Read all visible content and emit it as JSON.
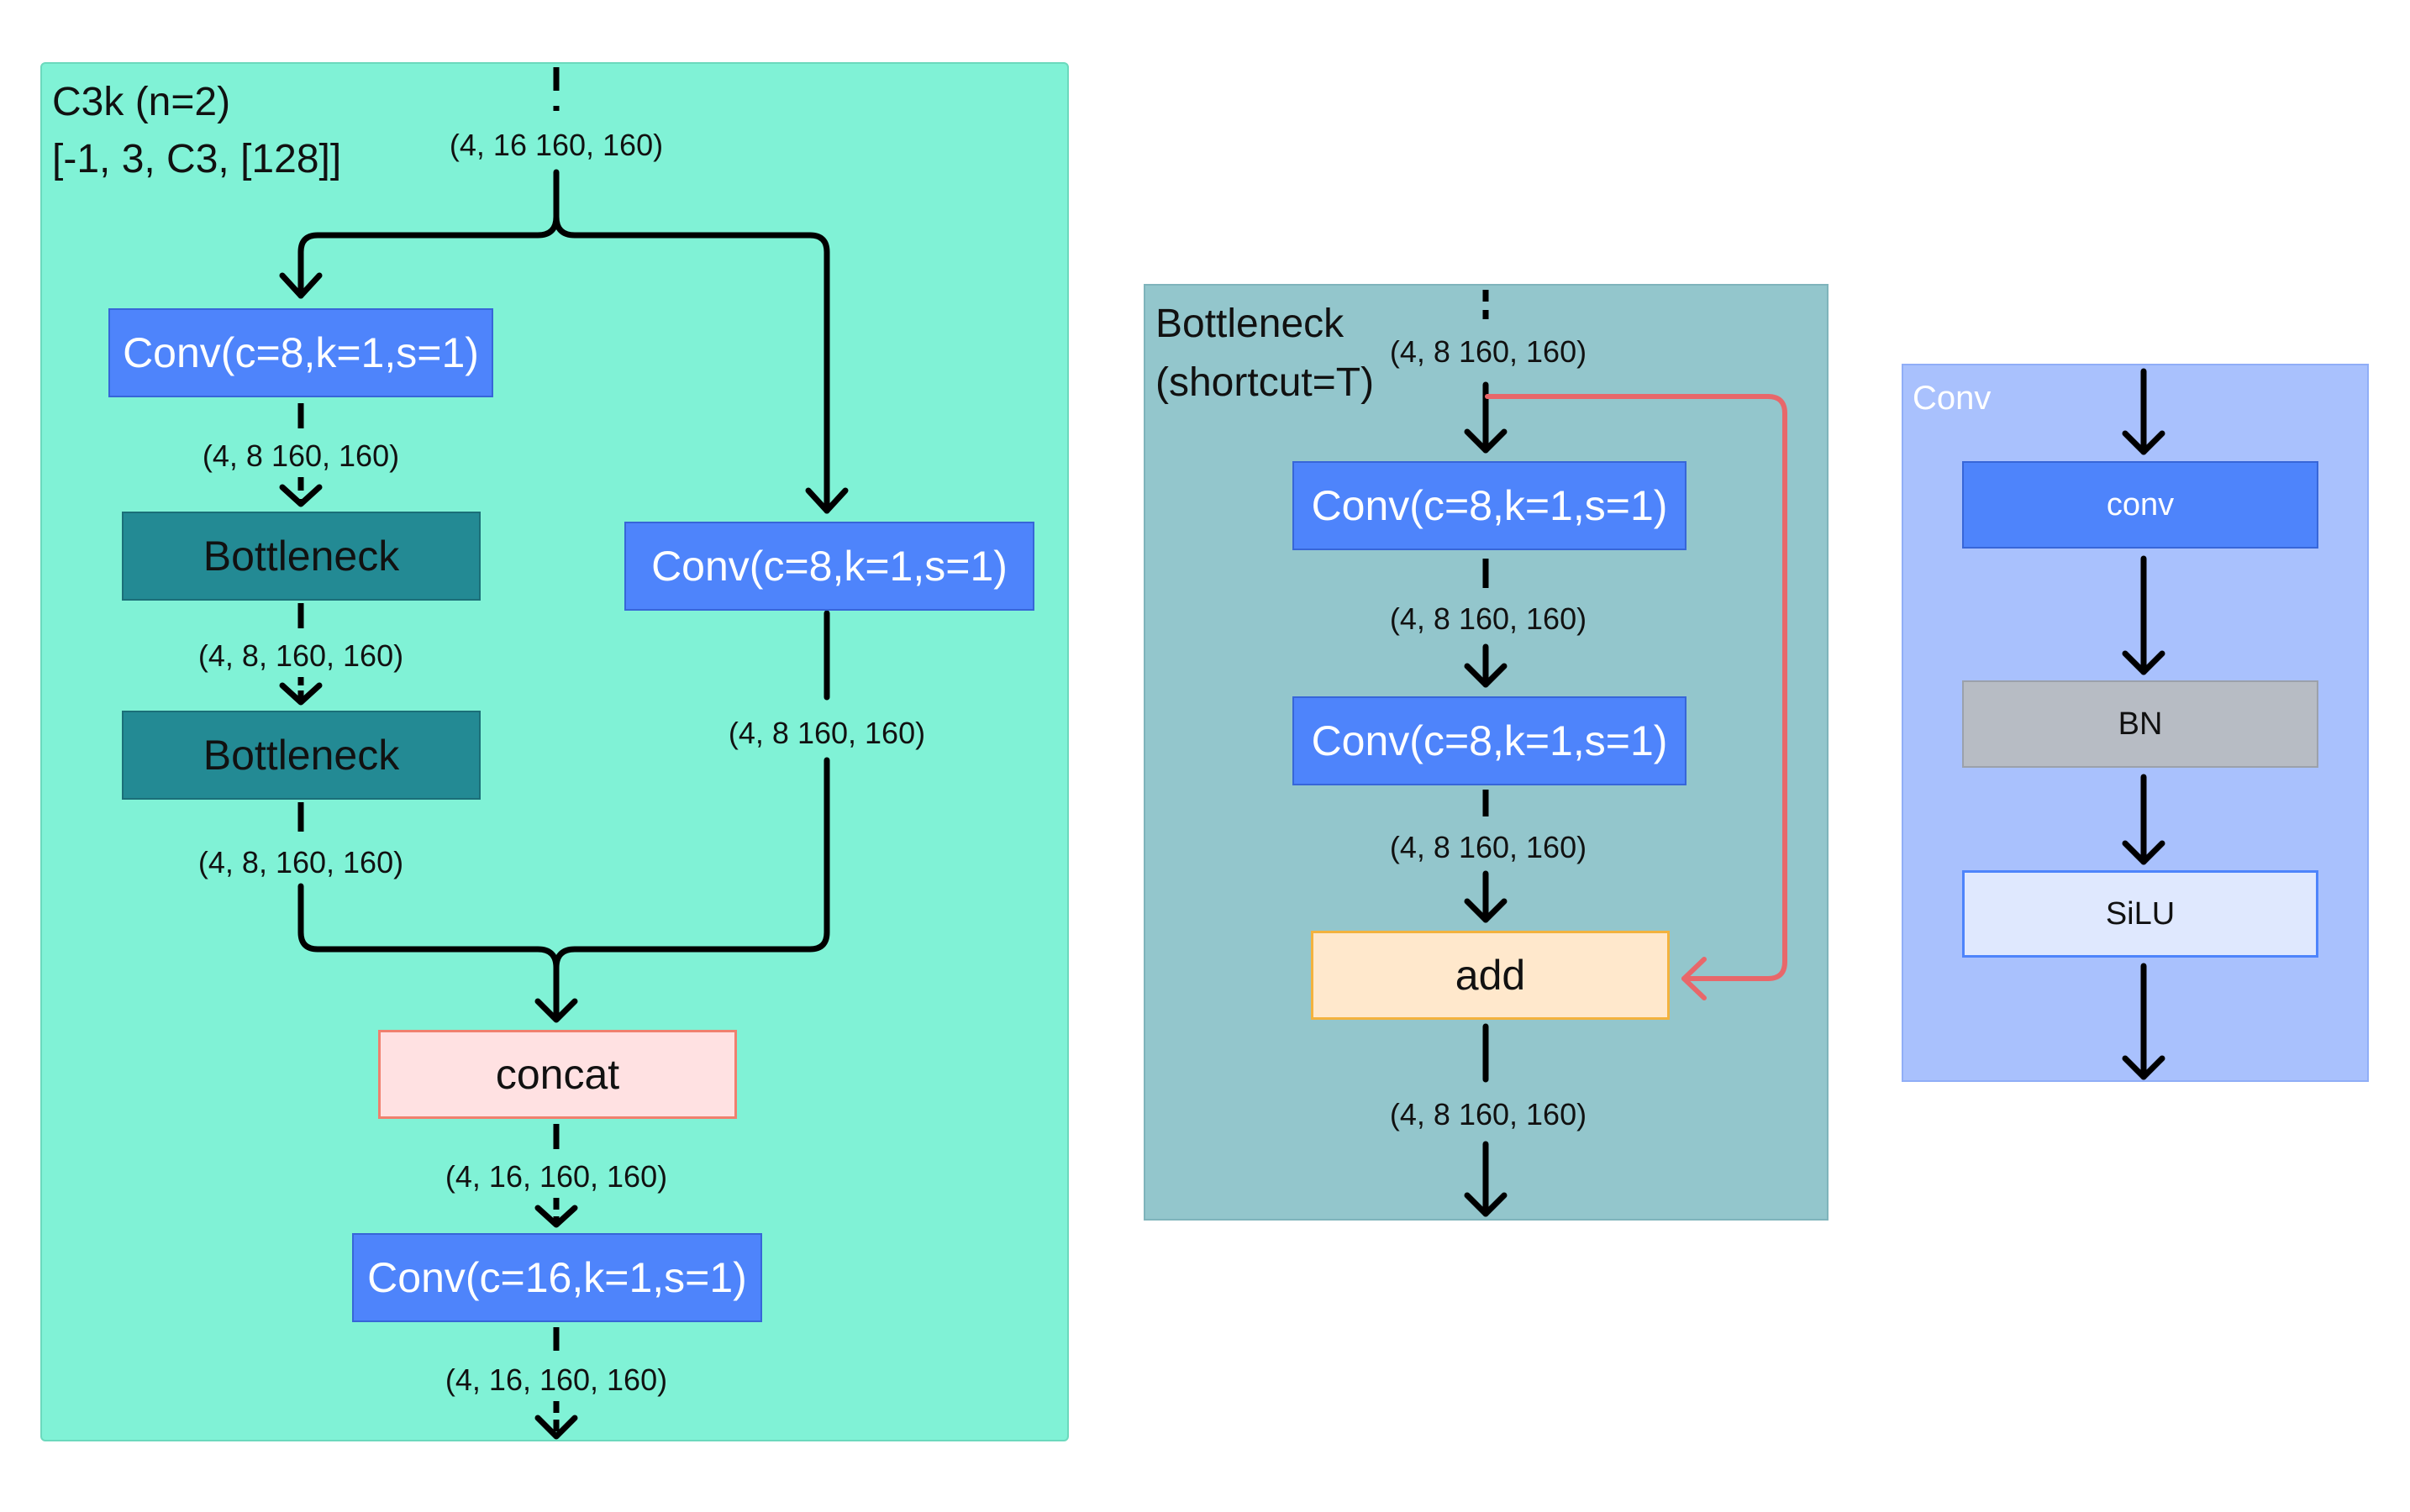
{
  "c3k": {
    "title_line1": "C3k (n=2)",
    "title_line2": "[-1, 3, C3, [128]]",
    "input_shape": "(4, 16 160, 160)",
    "conv_left": "Conv(c=8,k=1,s=1)",
    "shape_after_conv_left": "(4, 8 160, 160)",
    "bottleneck1": "Bottleneck",
    "shape_after_bottleneck1": "(4, 8, 160, 160)",
    "bottleneck2": "Bottleneck",
    "shape_after_bottleneck2": "(4, 8, 160, 160)",
    "conv_right": "Conv(c=8,k=1,s=1)",
    "shape_after_conv_right": "(4, 8 160, 160)",
    "concat": "concat",
    "shape_after_concat": "(4, 16, 160, 160)",
    "conv_out": "Conv(c=16,k=1,s=1)",
    "shape_out": "(4, 16, 160, 160)"
  },
  "bottleneck": {
    "title_line1": "Bottleneck",
    "title_line2": "(shortcut=T)",
    "input_shape": "(4, 8 160, 160)",
    "conv1": "Conv(c=8,k=1,s=1)",
    "shape_after_conv1": "(4, 8 160, 160)",
    "conv2": "Conv(c=8,k=1,s=1)",
    "shape_after_conv2": "(4, 8 160, 160)",
    "add": "add",
    "shape_out": "(4, 8 160, 160)"
  },
  "conv": {
    "title": "Conv",
    "conv": "conv",
    "bn": "BN",
    "silu": "SiLU"
  },
  "colors": {
    "c3k_bg": "#80f2d6",
    "bottleneck_bg": "#93c6cc",
    "conv_bg": "#a9c1fd",
    "conv_node": "#4e84fb",
    "bottleneck_node": "#238a94",
    "concat_node": "#ffe1e2",
    "add_node": "#ffe8cc",
    "bn_node": "#b7bcc4",
    "silu_node": "#dfe8fe",
    "shortcut_line": "#e8676a"
  }
}
